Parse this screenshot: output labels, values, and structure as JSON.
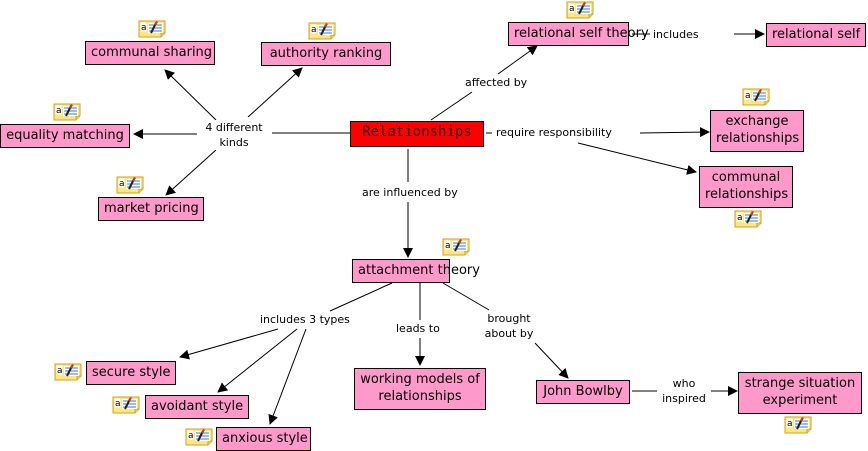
{
  "colors": {
    "concept_fill": "#ff99cc",
    "root_fill": "#ff0000",
    "border": "#000000",
    "note_fill": "#ffe680"
  },
  "concepts": {
    "relationships": "Relationships",
    "communal_sharing": "communal sharing",
    "authority_ranking": "authority ranking",
    "equality_matching": "equality matching",
    "market_pricing": "market pricing",
    "relational_self_theory": "relational self theory",
    "relational_self": "relational self",
    "exchange_relationships": "exchange relationships",
    "communal_relationships": "communal relationships",
    "attachment_theory": "attachment theory",
    "secure_style": "secure style",
    "avoidant_style": "avoidant style",
    "anxious_style": "anxious style",
    "working_models": "working models of relationships",
    "john_bowlby": "John Bowlby",
    "strange_situation": "strange situation experiment"
  },
  "links": {
    "four_kinds": "4 different kinds",
    "affected_by": "affected by",
    "includes": "includes",
    "require_responsibility": "require responsibility",
    "are_influenced_by": "are influenced by",
    "includes_3_types": "includes 3 types",
    "leads_to": "leads to",
    "brought_about_by": "brought about by",
    "who_inspired": "who inspired"
  },
  "note_icon": "annotation-note-icon"
}
